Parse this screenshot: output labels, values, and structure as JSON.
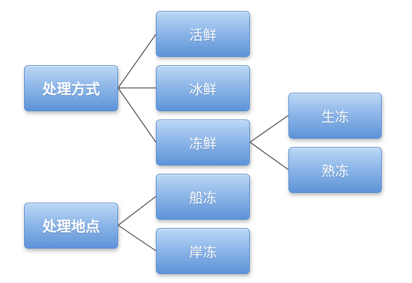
{
  "diagram": {
    "roots": [
      {
        "label": "处理方式",
        "children": [
          {
            "label": "活鲜"
          },
          {
            "label": "冰鲜"
          },
          {
            "label": "冻鲜",
            "children": [
              {
                "label": "生冻"
              },
              {
                "label": "熟冻"
              }
            ]
          }
        ]
      },
      {
        "label": "处理地点",
        "children": [
          {
            "label": "船冻"
          },
          {
            "label": "岸冻"
          }
        ]
      }
    ],
    "colors": {
      "node_top": "#bcd7f5",
      "node_bottom": "#5e93d8",
      "connector": "#4a4a4a",
      "text": "#ffffff"
    }
  }
}
